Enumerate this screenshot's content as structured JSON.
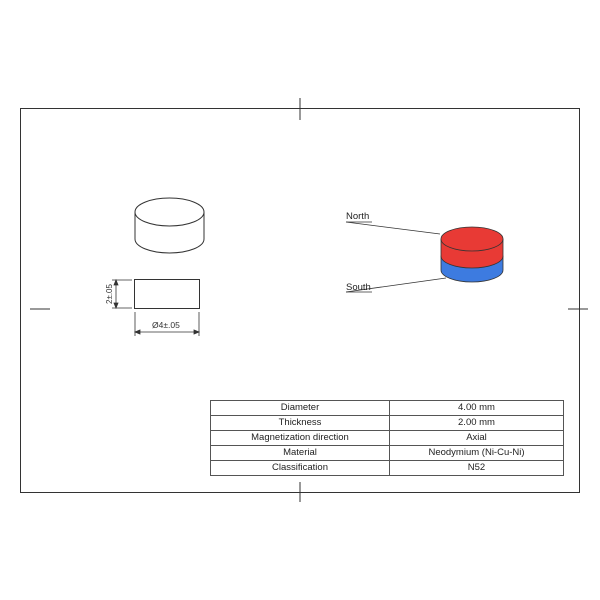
{
  "drawing": {
    "labels": {
      "north": "North",
      "south": "South",
      "thickness_dim": "2±.05",
      "diameter_dim": "Ø4±.05"
    },
    "colors": {
      "north_pole": "#e83a35",
      "south_pole": "#3d7be0",
      "line": "#333333"
    }
  },
  "specs": [
    {
      "label": "Diameter",
      "value": "4.00 mm"
    },
    {
      "label": "Thickness",
      "value": "2.00 mm"
    },
    {
      "label": "Magnetization direction",
      "value": "Axial"
    },
    {
      "label": "Material",
      "value": "Neodymium (Ni-Cu-Ni)"
    },
    {
      "label": "Classification",
      "value": "N52"
    }
  ]
}
